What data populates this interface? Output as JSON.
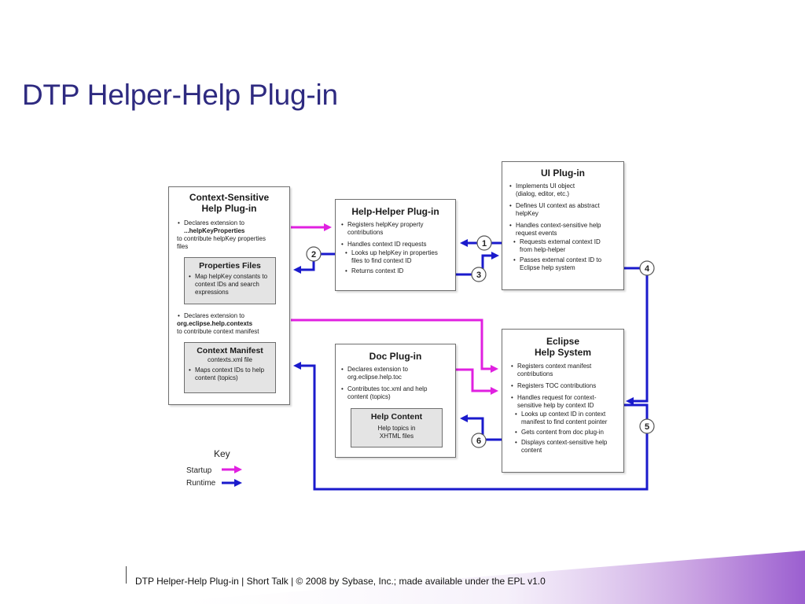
{
  "title": "DTP Helper-Help Plug-in",
  "colors": {
    "startup": "#e020e0",
    "runtime": "#1a1acc",
    "title": "#2e2a80"
  },
  "context_box": {
    "title_line1": "Context-Sensitive",
    "title_line2": "Help Plug-in",
    "decl1": {
      "line1": "Declares extension to",
      "line2": "...helpKeyProperties",
      "line3": "to contribute helpKey properties",
      "line4": "files"
    },
    "props": {
      "title": "Properties Files",
      "bullet": {
        "line1": "Map helpKey constants to",
        "line2": "context IDs and search",
        "line3": "expressions"
      }
    },
    "decl2": {
      "line1": "Declares extension to",
      "line2": "org.eclipse.help.contexts",
      "line3": "to contribute context manifest"
    },
    "manifest": {
      "title": "Context Manifest",
      "subtitle": "contexts.xml file",
      "bullet": {
        "line1": "Maps context IDs to help",
        "line2": "content (topics)"
      }
    }
  },
  "helper_box": {
    "title": "Help-Helper Plug-in",
    "b1": {
      "line1": "Registers helpKey property",
      "line2": "contributions"
    },
    "b2": "Handles context ID requests",
    "b2a": {
      "line1": "Looks up helpKey in properties",
      "line2": "files to find context ID"
    },
    "b2b": "Returns context ID"
  },
  "ui_box": {
    "title": "UI Plug-in",
    "b1": {
      "line1": "Implements UI object",
      "line2": "(dialog, editor, etc.)"
    },
    "b2": {
      "line1": "Defines UI context as abstract",
      "line2": "helpKey"
    },
    "b3": {
      "line1": "Handles context-sensitive help",
      "line2": "request events"
    },
    "b3a": {
      "line1": "Requests external context ID",
      "line2": "from help-helper"
    },
    "b3b": {
      "line1": "Passes external context ID to",
      "line2": "Eclipse help system"
    }
  },
  "doc_box": {
    "title": "Doc Plug-in",
    "b1": {
      "line1": "Declares extension to",
      "line2": "org.eclipse.help.toc"
    },
    "b2": {
      "line1": "Contributes toc.xml and help",
      "line2": "content (topics)"
    },
    "content": {
      "title": "Help Content",
      "line1": "Help topics in",
      "line2": "XHTML files"
    }
  },
  "eclipse_box": {
    "title_line1": "Eclipse",
    "title_line2": "Help System",
    "b1": {
      "line1": "Registers context manifest",
      "line2": "contributions"
    },
    "b2": "Registers TOC contributions",
    "b3": {
      "line1": "Handles request for context-",
      "line2": "sensitive help by context ID"
    },
    "b3a": {
      "line1": "Looks up context ID in context",
      "line2": "manifest to find content pointer"
    },
    "b3b": "Gets content from doc plug-in",
    "b3c": {
      "line1": "Displays context-sensitive help",
      "line2": "content"
    }
  },
  "steps": [
    "1",
    "2",
    "3",
    "4",
    "5",
    "6"
  ],
  "key": {
    "title": "Key",
    "startup": "Startup",
    "runtime": "Runtime"
  },
  "footer": {
    "text": "DTP Helper-Help Plug-in |  Short Talk  |  © 2008 by Sybase, Inc.; made available under the EPL v1.0"
  }
}
